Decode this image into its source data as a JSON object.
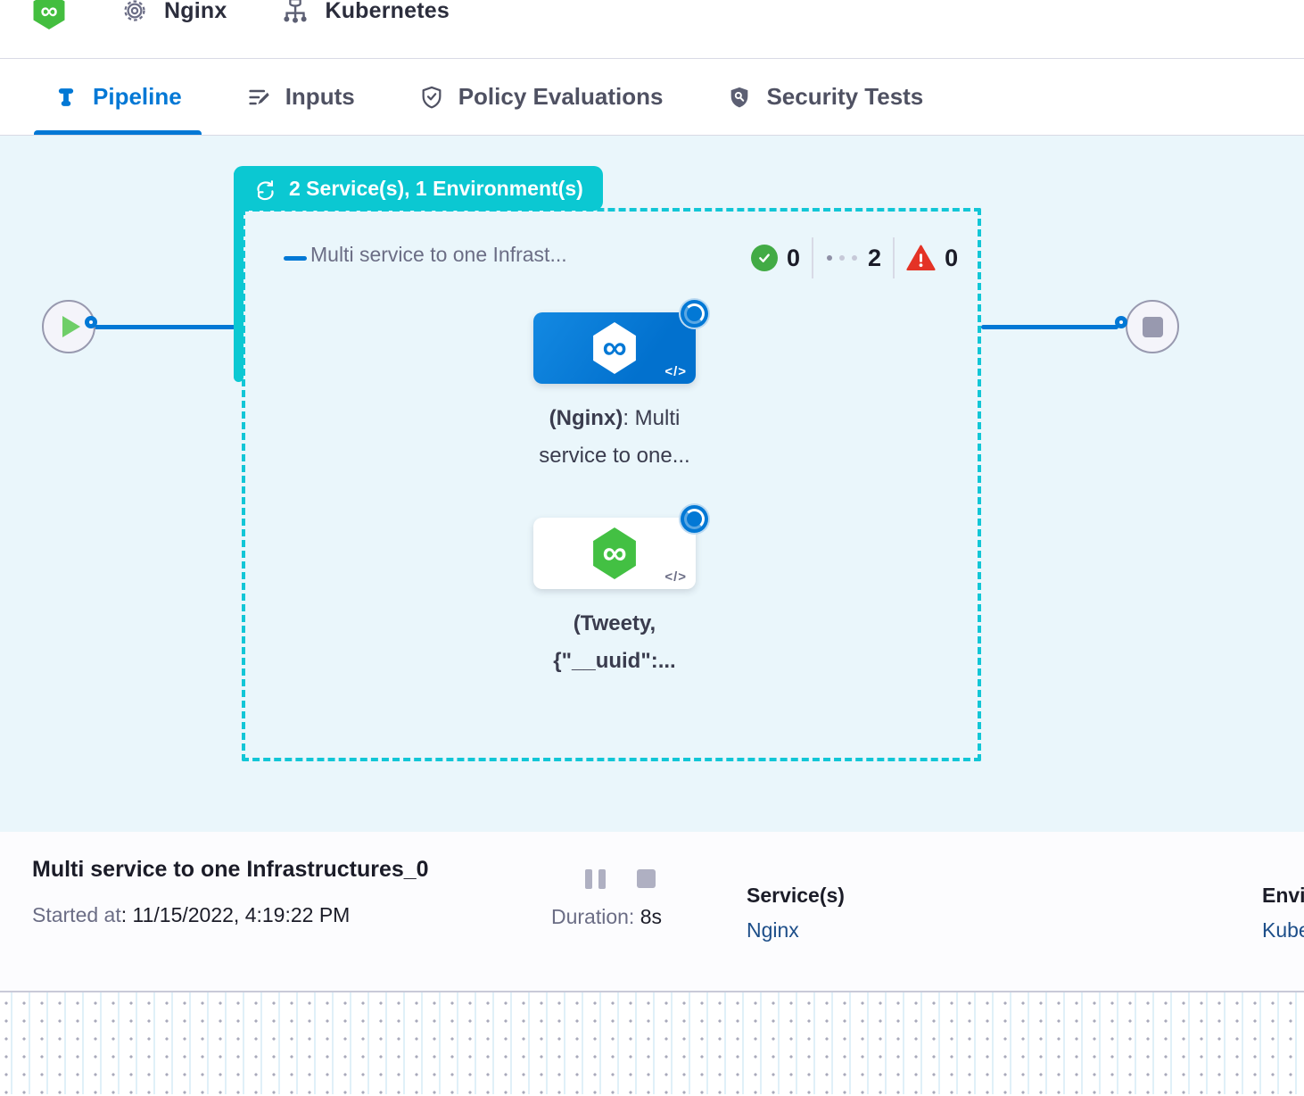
{
  "colors": {
    "accent_blue": "#0278D5",
    "teal": "#0BC8D2",
    "success_green": "#42AB45",
    "error_red": "#E43326",
    "node_green": "#43C043",
    "link_navy": "#1D4E89",
    "canvas_bg": "#EAF6FB",
    "gray_text": "#6B6D85"
  },
  "header": {
    "service_name": "Nginx",
    "environment_name": "Kubernetes"
  },
  "tabs": [
    {
      "label": "Pipeline",
      "active": true
    },
    {
      "label": "Inputs",
      "active": false
    },
    {
      "label": "Policy Evaluations",
      "active": false
    },
    {
      "label": "Security Tests",
      "active": false
    }
  ],
  "stage": {
    "badge": "2 Service(s), 1 Environment(s)",
    "title": "Multi service to one Infrast...",
    "statuses": [
      {
        "icon": "check-circle-icon",
        "count": "0"
      },
      {
        "icon": "running-dots-icon",
        "count": "2"
      },
      {
        "icon": "warning-triangle-icon",
        "count": "0"
      }
    ]
  },
  "nodes": [
    {
      "name_bold": "(Nginx)",
      "name_rest": ": Multi",
      "name_line2": "service to one...",
      "code_icon": "</>",
      "infinity": "∞"
    },
    {
      "name_line1": "(Tweety,",
      "name_line2": "{\"__uuid\":...",
      "code_icon": "</>",
      "infinity": "∞"
    }
  ],
  "summary": {
    "title": "Multi service to one Infrastructures_0",
    "started_label": "Started at",
    "started_value": ": 11/15/2022, 4:19:22 PM",
    "duration_label": "Duration: ",
    "duration_value": "8s",
    "services_label": "Service(s)",
    "services_value": "Nginx",
    "environments_label": "Environment(s)",
    "environments_value": "Kubernetes"
  }
}
